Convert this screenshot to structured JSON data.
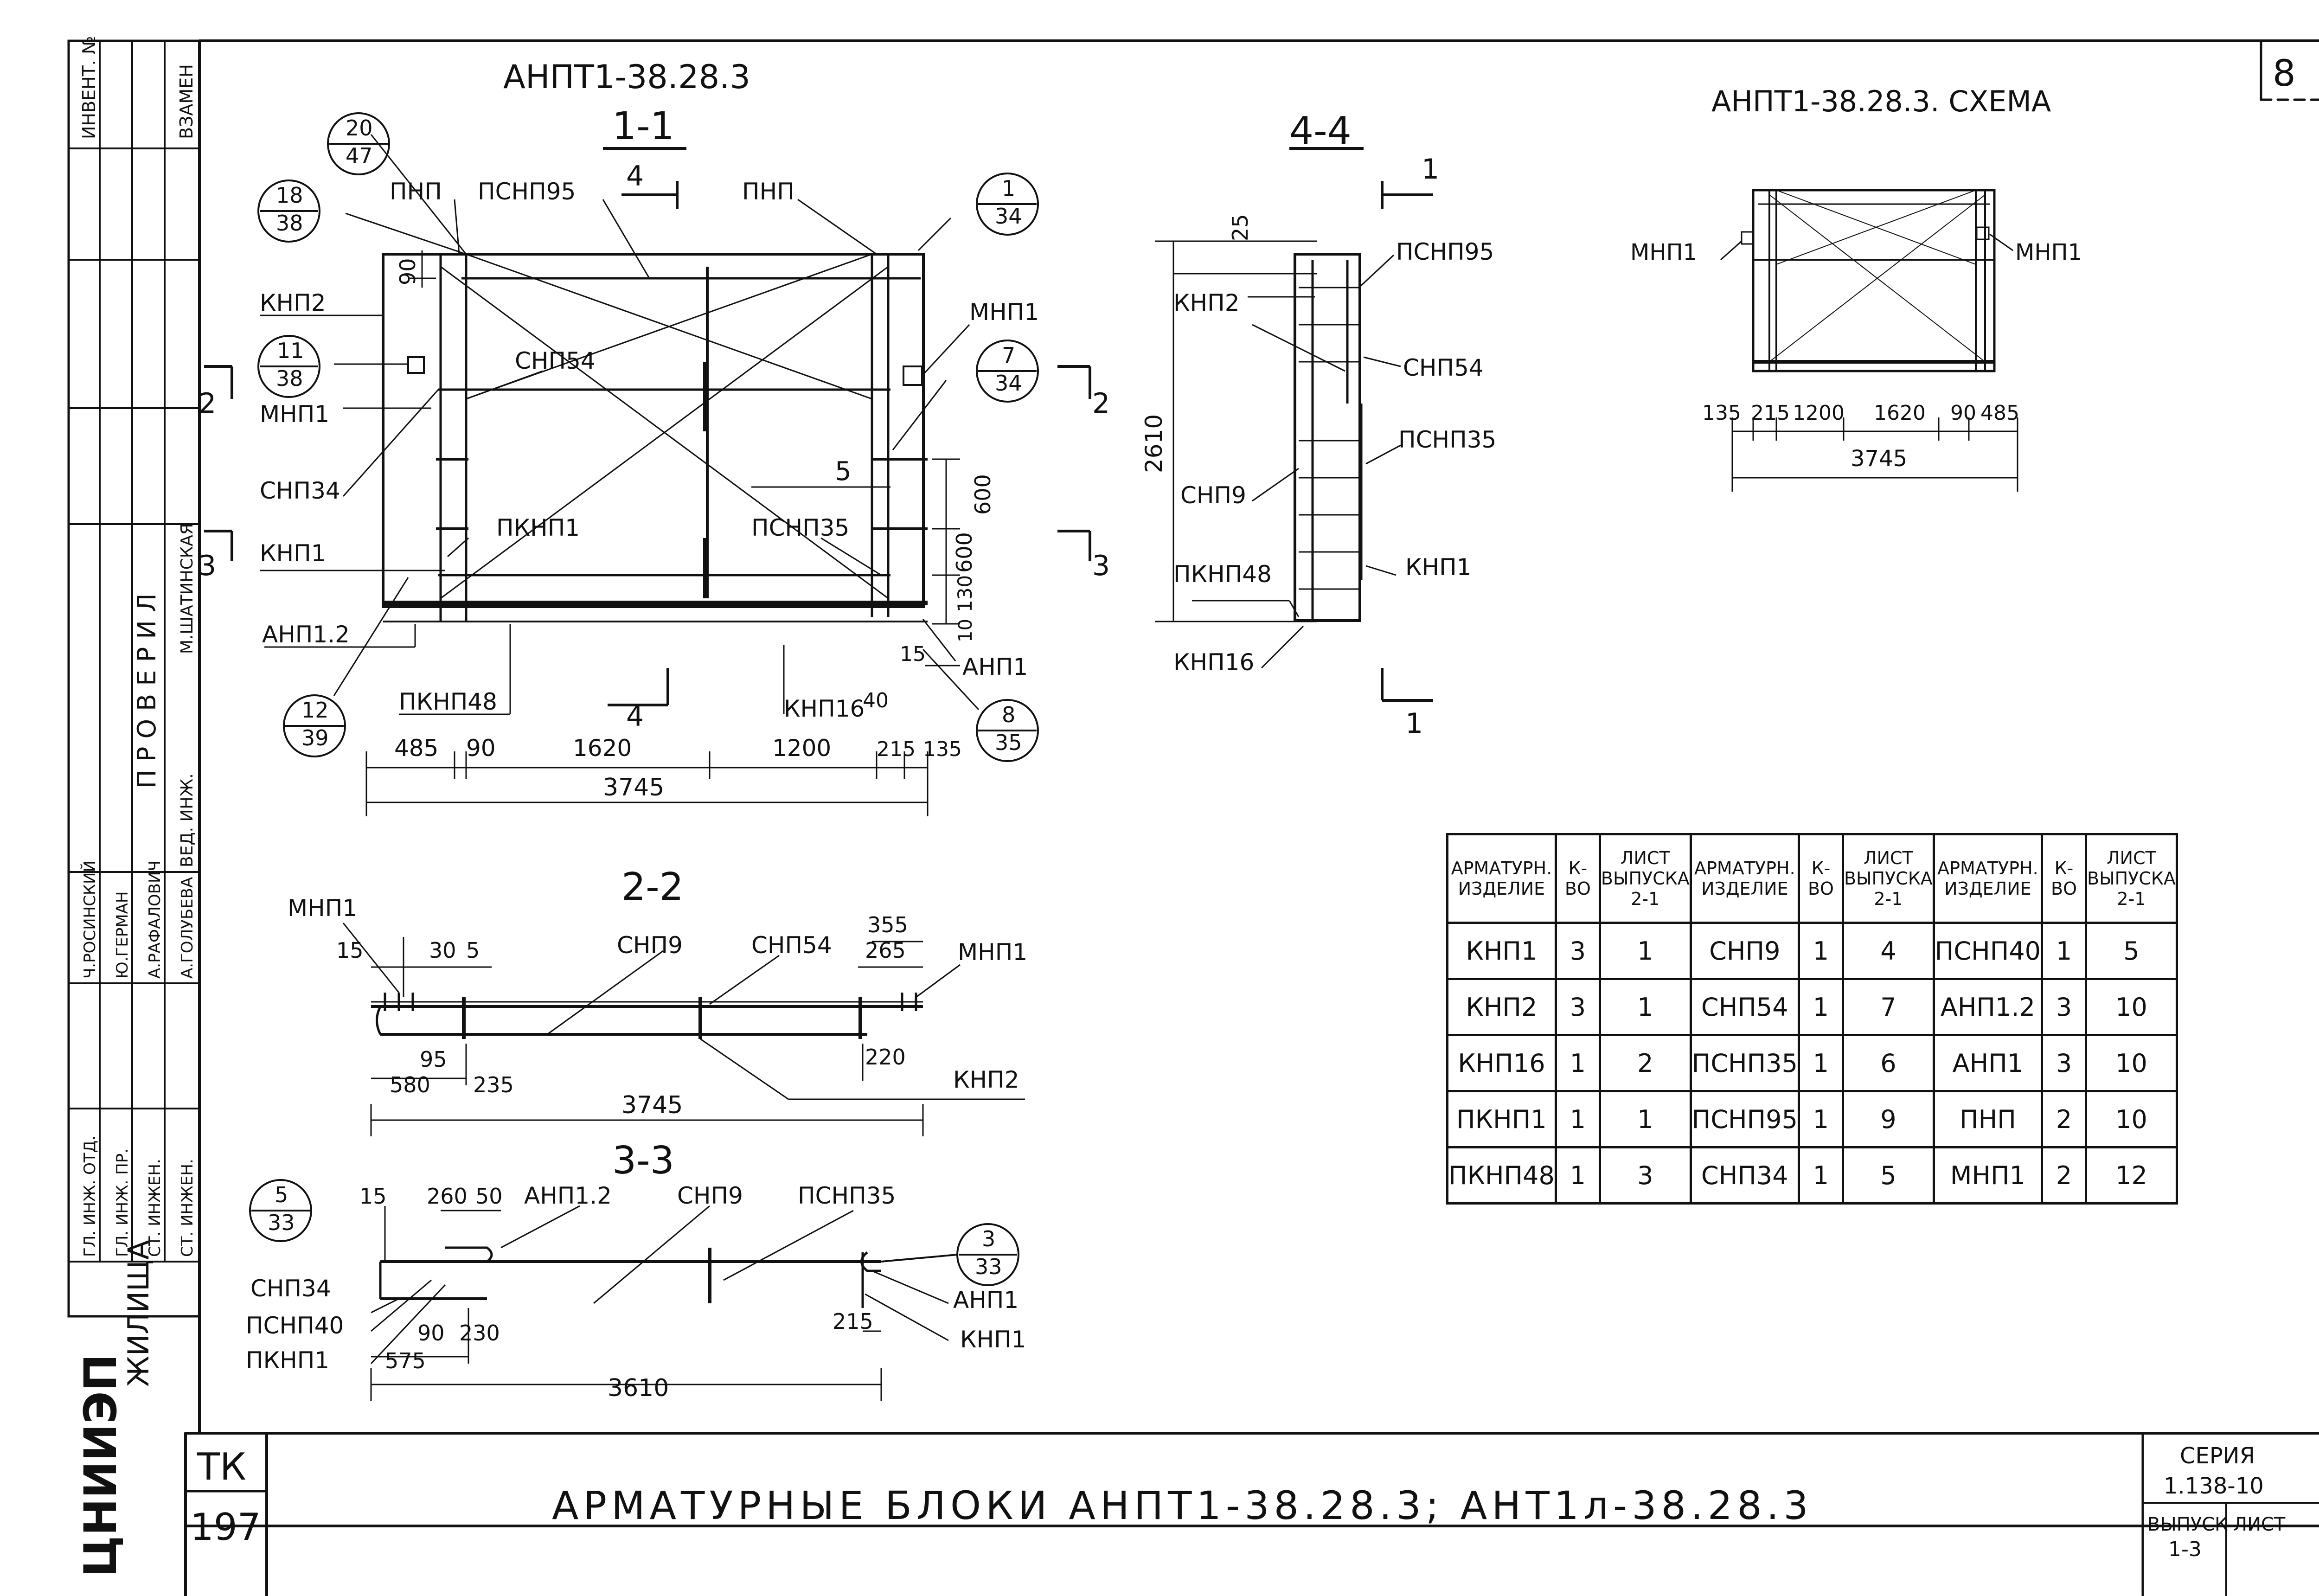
{
  "sheet": {
    "sheet_number": "8",
    "side_labels": {
      "invent": "ИНВЕНТ. №",
      "vzamen": "ВЗАМЕН",
      "proveril": "П Р О В Е Р И Л",
      "proveril_name": "М.ШАТИНСКАЯ",
      "ved_inzh": "ВЕД. ИНЖ.",
      "roles": [
        "ГЛ. ИНЖ. ОТД.",
        "ГЛ. ИНЖ. ПР.",
        "СТ. ИНЖЕН.",
        "СТ. ИНЖЕН."
      ],
      "names": [
        "Ч.РОСИНСКИЙ",
        "Ю.ГЕРМАН",
        "А.РАФАЛОВИЧ",
        "А.ГОЛУБЕВА"
      ],
      "org": "ЦНИИЭП",
      "org_sub": "ЖИЛИЩА"
    },
    "title_block": {
      "tk": "ТК",
      "album": "197",
      "title": "АРМАТУРНЫЕ БЛОКИ АНПТ1-38.28.3; АНТ1л-38.28.3",
      "seria_label": "СЕРИЯ",
      "seria_value": "1.138-10",
      "vypusk_label": "ВЫПУСК",
      "vypusk_value": "1-3",
      "list_label": "ЛИСТ"
    }
  },
  "drawings": {
    "main_title": "АНПТ1-38.28.3",
    "scheme_title": "АНПТ1-38.28.3. СХЕМА",
    "section_11": {
      "label": "1-1",
      "labels": [
        "ПНП",
        "ПСНП95",
        "ПНП",
        "КНП2",
        "СНП54",
        "МНП1",
        "МНП1",
        "СНП34",
        "ПКНП1",
        "ПСНП35",
        "КНП1",
        "АНП1.2",
        "ПКНП48",
        "КНП16",
        "АНП1"
      ],
      "callouts": [
        [
          "20",
          "47"
        ],
        [
          "18",
          "38"
        ],
        [
          "11",
          "38"
        ],
        [
          "1",
          "34"
        ],
        [
          "7",
          "34"
        ],
        [
          "12",
          "39"
        ],
        [
          "8",
          "35"
        ]
      ],
      "cut_labels": [
        "4",
        "4",
        "2",
        "2",
        "3",
        "3",
        "5"
      ],
      "dims_vertical": [
        "90",
        "600",
        "600",
        "130",
        "10",
        "15"
      ],
      "dims_bottom": [
        "485",
        "90",
        "1620",
        "1200",
        "215",
        "135",
        "40"
      ],
      "dim_total": "3745"
    },
    "section_44": {
      "label": "4-4",
      "labels": [
        "ПСНП95",
        "КНП2",
        "СНП54",
        "ПСНП35",
        "СНП9",
        "КНП1",
        "ПКНП48",
        "КНП16"
      ],
      "cut_labels": [
        "1",
        "1"
      ],
      "dims": [
        "25",
        "2610"
      ]
    },
    "scheme": {
      "labels": [
        "МНП1",
        "МНП1"
      ],
      "dims": [
        "135",
        "215",
        "1200",
        "1620",
        "90",
        "485"
      ],
      "dim_total": "3745"
    },
    "section_22": {
      "label": "2-2",
      "labels": [
        "МНП1",
        "СНП9",
        "СНП54",
        "МНП1",
        "КНП2"
      ],
      "dims": [
        "15",
        "30",
        "5",
        "355",
        "265",
        "95",
        "220",
        "580",
        "235"
      ],
      "dim_total": "3745"
    },
    "section_33": {
      "label": "3-3",
      "labels": [
        "АНП1.2",
        "СНП9",
        "ПСНП35",
        "СНП34",
        "ПСНП40",
        "ПКНП1",
        "АНП1",
        "КНП1"
      ],
      "callouts": [
        [
          "5",
          "33"
        ],
        [
          "3",
          "33"
        ]
      ],
      "dims": [
        "15",
        "260",
        "50",
        "90",
        "230",
        "575",
        "215"
      ],
      "dim_total": "3610"
    }
  },
  "spec_table": {
    "headers": [
      "АРМАТУРН. ИЗДЕЛИЕ",
      "К-ВО",
      "ЛИСТ ВЫПУСКА 2-1",
      "АРМАТУРН. ИЗДЕЛИЕ",
      "К-ВО",
      "ЛИСТ ВЫПУСКА 2-1",
      "АРМАТУРН. ИЗДЕЛИЕ",
      "К-ВО",
      "ЛИСТ ВЫПУСКА 2-1"
    ],
    "rows": [
      [
        "КНП1",
        "3",
        "1",
        "СНП9",
        "1",
        "4",
        "ПСНП40",
        "1",
        "5"
      ],
      [
        "КНП2",
        "3",
        "1",
        "СНП54",
        "1",
        "7",
        "АНП1.2",
        "3",
        "10"
      ],
      [
        "КНП16",
        "1",
        "2",
        "ПСНП35",
        "1",
        "6",
        "АНП1",
        "3",
        "10"
      ],
      [
        "ПКНП1",
        "1",
        "1",
        "ПСНП95",
        "1",
        "9",
        "ПНП",
        "2",
        "10"
      ],
      [
        "ПКНП48",
        "1",
        "3",
        "СНП34",
        "1",
        "5",
        "МНП1",
        "2",
        "12"
      ]
    ]
  }
}
